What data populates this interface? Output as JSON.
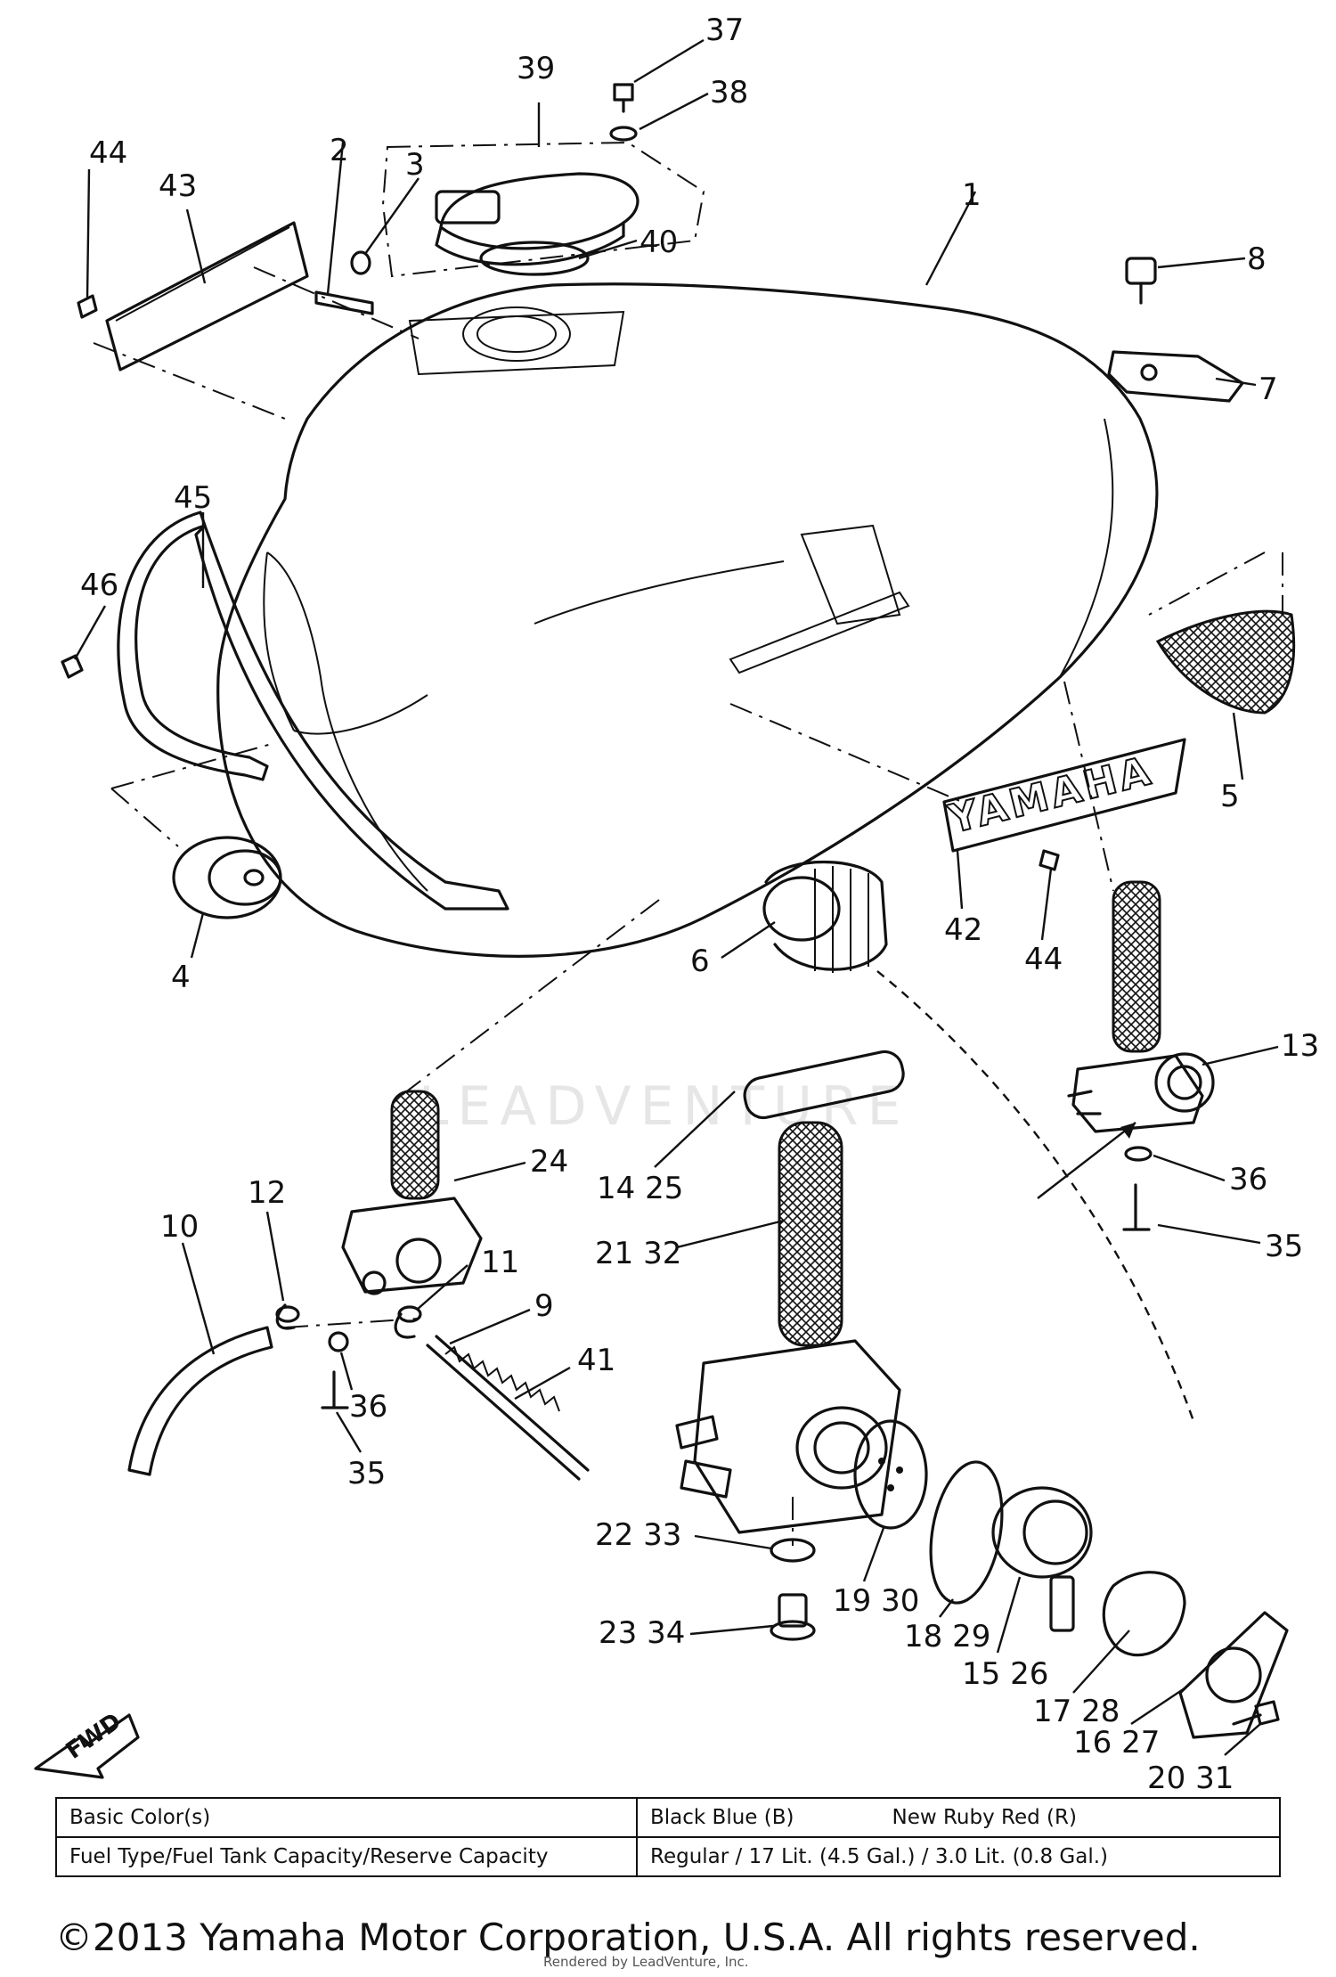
{
  "callouts": [
    "37",
    "38",
    "39",
    "44",
    "43",
    "2",
    "3",
    "40",
    "1",
    "8",
    "7",
    "45",
    "46",
    "5",
    "4",
    "42",
    "44",
    "6",
    "13",
    "36",
    "35",
    "24",
    "12",
    "14 25",
    "10",
    "11",
    "21 32",
    "9",
    "41",
    "36",
    "35",
    "22 33",
    "19 30",
    "18 29",
    "23 34",
    "15 26",
    "17 28",
    "16 27",
    "20 31"
  ],
  "emblem_text": "YAMAHA",
  "fwd_label": "FWD",
  "watermark": "LEADVENTURE",
  "spec_table": {
    "rows": [
      {
        "label": "Basic Color(s)",
        "value": "Black Blue (B)",
        "value2": "New Ruby Red (R)"
      },
      {
        "label": "Fuel Type/Fuel Tank Capacity/Reserve Capacity",
        "value": "Regular / 17 Lit. (4.5 Gal.) / 3.0 Lit. (0.8 Gal.)",
        "value2": ""
      }
    ]
  },
  "copyright": "©2013 Yamaha Motor Corporation, U.S.A. All rights reserved.",
  "rendered_by": "Rendered by LeadVenture, Inc."
}
